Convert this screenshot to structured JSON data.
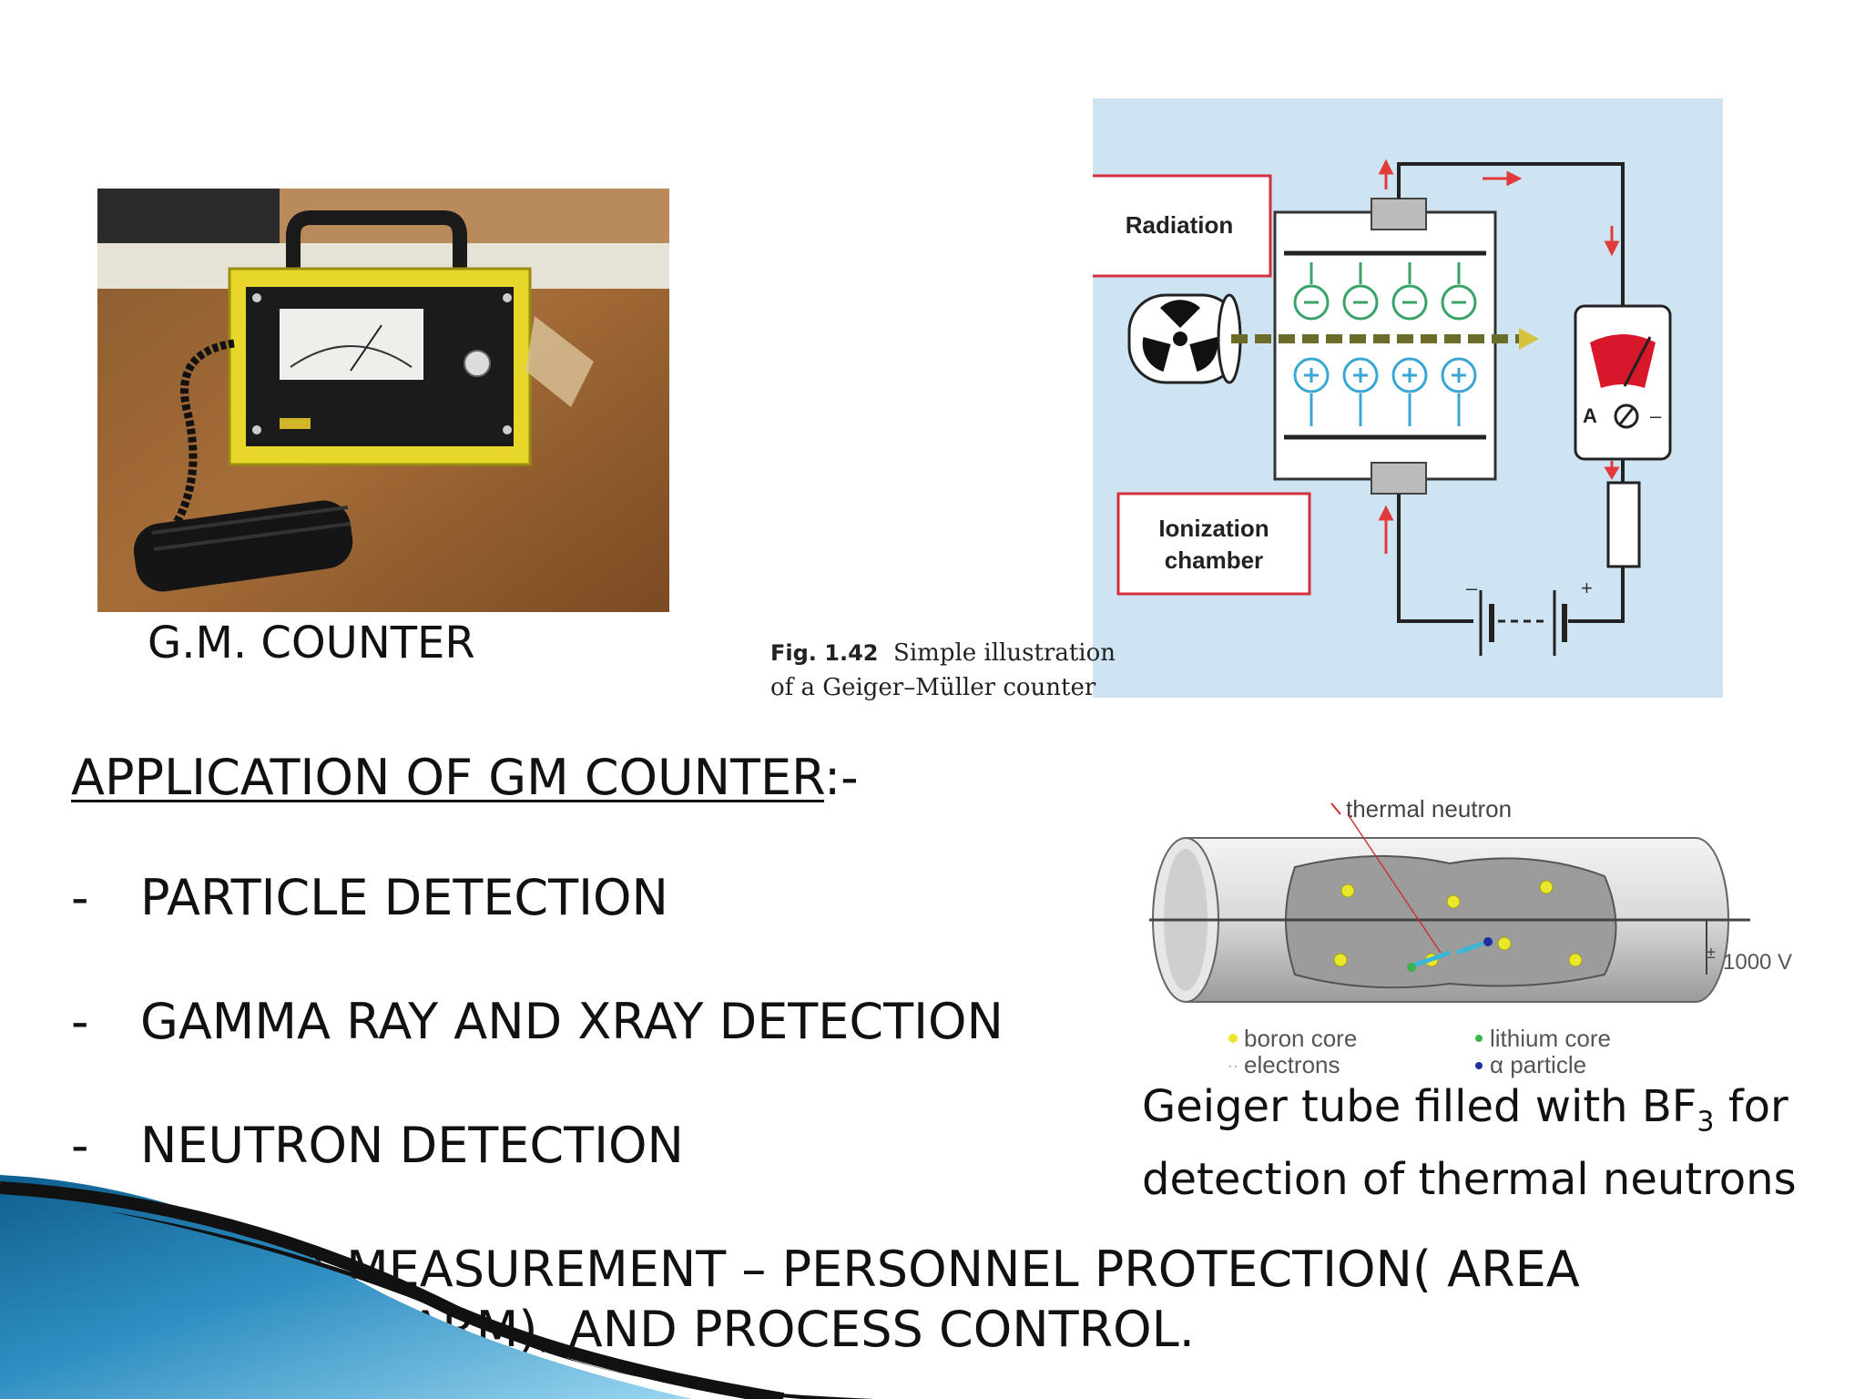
{
  "photo": {
    "caption": "G.M. COUNTER"
  },
  "gm_diagram": {
    "label_radiation": "Radiation",
    "label_chamber_line1": "Ionization",
    "label_chamber_line2": "chamber",
    "meter_a": "A",
    "meter_minus": "–",
    "battery_minus": "–",
    "battery_plus": "+",
    "fig_number": "Fig. 1.42",
    "fig_caption_line1": "Simple illustration",
    "fig_caption_line2": "of a Geiger–Müller counter"
  },
  "heading": {
    "title": "APPLICATION OF GM COUNTER",
    "suffix": ":-"
  },
  "bullets": [
    {
      "dash": "-",
      "text": "PARTICLE DETECTION"
    },
    {
      "dash": "-",
      "text": "GAMMA RAY AND XRAY DETECTION"
    },
    {
      "dash": "-",
      "text": "NEUTRON DETECTION"
    },
    {
      "dash": "-",
      "text": "GAMMA MEASUREMENT – PERSONNEL PROTECTION( AREA"
    },
    {
      "dash": "",
      "text": "GAMMA ALARM), AND PROCESS CONTROL."
    }
  ],
  "bf3_diagram": {
    "thermal_neutron": "thermal neutron",
    "voltage": "1000 V",
    "legend_boron": "boron core",
    "legend_electrons": "electrons",
    "legend_lithium": "lithium core",
    "legend_alpha": "α particle"
  },
  "bf3_caption": {
    "line1_pre": "Geiger tube filled with BF",
    "line1_sub": "3",
    "line1_post": " for",
    "line2": "detection of thermal neutrons"
  },
  "colors": {
    "diagram_bg": "#cfe4f3",
    "label_border": "#d3303b",
    "meter_red": "#d8172b",
    "wave_blue": "#2f8fc2"
  }
}
